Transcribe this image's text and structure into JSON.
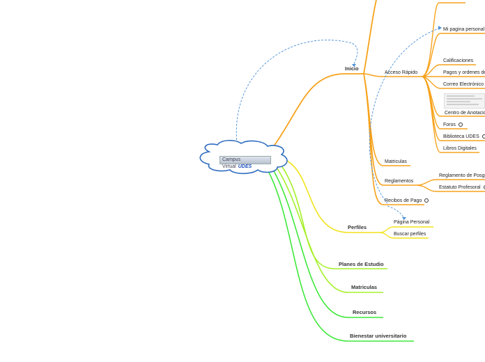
{
  "central": {
    "brand_text": "Campus Virtual",
    "brand_bold": "UDES"
  },
  "branches": {
    "inicio": "Inicio",
    "perfiles": "Perfiles",
    "planes": "Planes de Estudio",
    "matriculas": "Matriculas",
    "recursos": "Recursos",
    "bienestar": "Bienestar universitario"
  },
  "inicio_children": {
    "acceso_rapido": "Acceso Rápido",
    "matriculas": "Matriculas",
    "reglamentos": "Reglamentos",
    "recibos": "Recibos de Pago"
  },
  "acceso_items": {
    "mi_pagina": "Mi pagina personal",
    "calificaciones": "Calificaciones",
    "pagos": "Pagos y ordenes de",
    "correo": "Correo Electrónico",
    "centro": "Centro de Anotacio",
    "foros": "Foros",
    "biblioteca": "Biblioteca UDES",
    "libros": "Libros Digitales"
  },
  "reglamentos_items": {
    "posgrado": "Reglamento de Posgr",
    "estatuto": "Estatuto Profesoral"
  },
  "perfiles_items": {
    "pagina_personal": "Página  Personal",
    "buscar": "Buscar perfiles"
  },
  "colors": {
    "orange": "#f7a21b",
    "yellow": "#f2e21a",
    "lime": "#a6f02a",
    "green": "#3fe83a",
    "cloud": "#2e6cc0",
    "link": "#4a8fd8"
  }
}
